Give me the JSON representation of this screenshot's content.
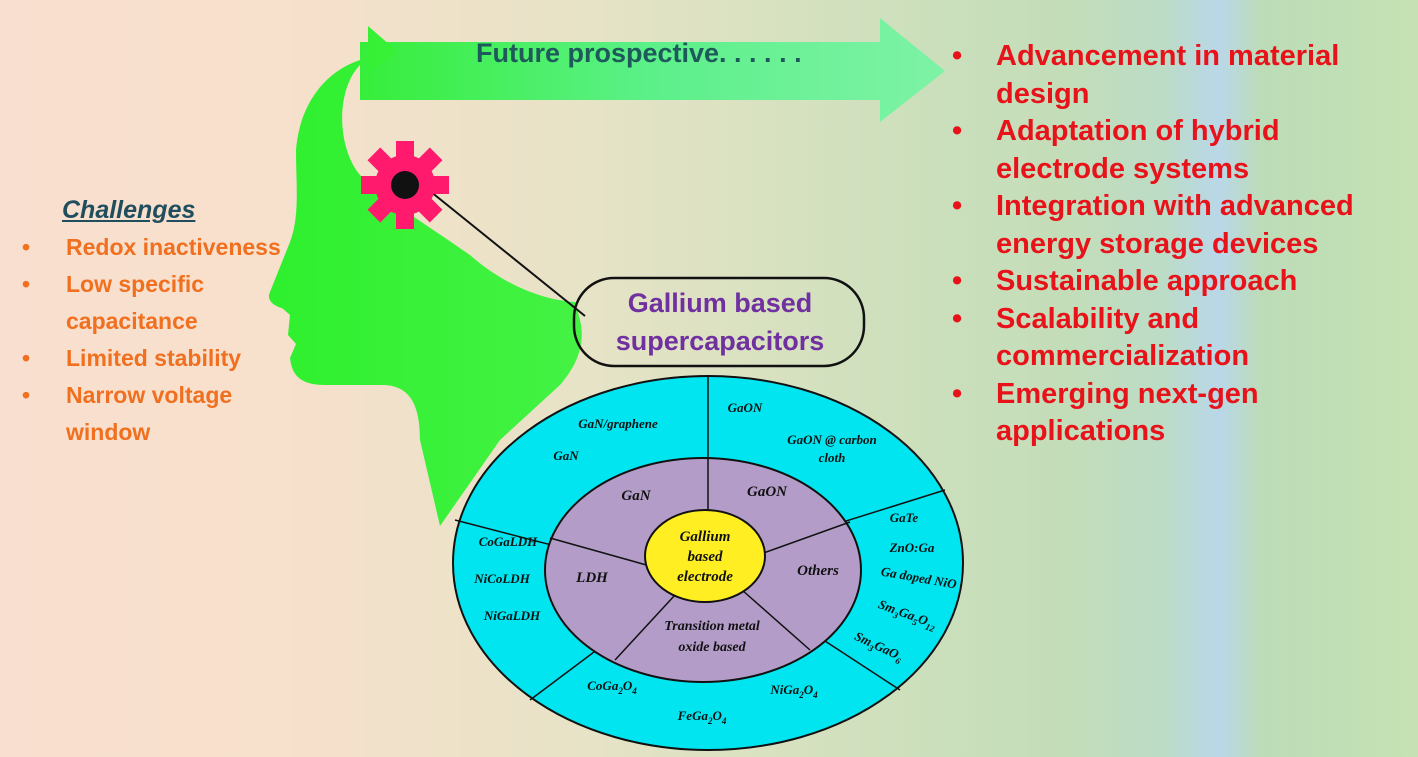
{
  "challenges": {
    "title": "Challenges",
    "items": [
      "Redox inactiveness",
      "Low specific capacitance",
      "Limited stability",
      "Narrow voltage window"
    ]
  },
  "future": {
    "label": "Future prospective. . . . . .",
    "items": [
      "Advancement in material design",
      "Adaptation of hybrid electrode systems",
      "Integration with advanced energy storage devices",
      "Sustainable approach",
      "Scalability and commercialization",
      "Emerging next-gen applications"
    ]
  },
  "callout": {
    "line1": "Gallium based",
    "line2": "supercapacitors"
  },
  "center": {
    "line1": "Gallium",
    "line2": "based",
    "line3": "electrode"
  },
  "inner_segments": {
    "gan": "GaN",
    "gaon": "GaON",
    "others": "Others",
    "tmo_line1": "Transition metal",
    "tmo_line2": "oxide based",
    "ldh": "LDH"
  },
  "outer": {
    "gan": [
      "GaN/graphene",
      "GaN"
    ],
    "gaon": [
      "GaON",
      "GaON @ carbon",
      "cloth"
    ],
    "others": [
      "GaTe",
      "ZnO:Ga",
      "Ga doped NiO",
      "Sm3Ga5O12",
      "Sm3GaO6"
    ],
    "tmo": [
      "CoGa2O4",
      "NiGa2O4",
      "FeGa2O4"
    ],
    "ldh": [
      "CoGaLDH",
      "NiCoLDH",
      "NiGaLDH"
    ]
  },
  "colors": {
    "head": "#33f533",
    "gear": "#ff1a6e",
    "outer_ring": "#00e5f0",
    "inner_ring": "#b49cc8",
    "center": "#ffee22",
    "challenge_text": "#f07020",
    "future_text": "#e8121a",
    "callout_text": "#7030a0",
    "future_label": "#1e5a5a"
  }
}
